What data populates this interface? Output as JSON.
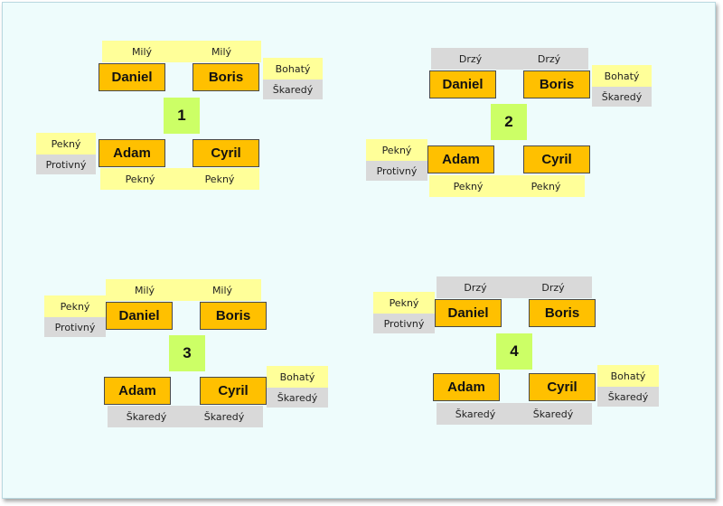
{
  "scenarios": [
    {
      "number": "1",
      "people": [
        "Daniel",
        "Boris",
        "Adam",
        "Cyril"
      ],
      "traits": [
        "Milý",
        "Milý",
        "Bohatý",
        "Škaredý",
        "Pekný",
        "Protivný",
        "Pekný",
        "Pekný"
      ]
    },
    {
      "number": "2",
      "people": [
        "Daniel",
        "Boris",
        "Adam",
        "Cyril"
      ],
      "traits": [
        "Drzý",
        "Drzý",
        "Bohatý",
        "Škaredý",
        "Pekný",
        "Protivný",
        "Pekný",
        "Pekný"
      ]
    },
    {
      "number": "3",
      "people": [
        "Daniel",
        "Boris",
        "Adam",
        "Cyril"
      ],
      "traits": [
        "Milý",
        "Milý",
        "Pekný",
        "Protivný",
        "Bohatý",
        "Škaredý",
        "Škaredý",
        "Škaredý"
      ]
    },
    {
      "number": "4",
      "people": [
        "Daniel",
        "Boris",
        "Adam",
        "Cyril"
      ],
      "traits": [
        "Drzý",
        "Drzý",
        "Pekný",
        "Protivný",
        "Bohatý",
        "Škaredý",
        "Škaredý",
        "Škaredý"
      ]
    }
  ]
}
